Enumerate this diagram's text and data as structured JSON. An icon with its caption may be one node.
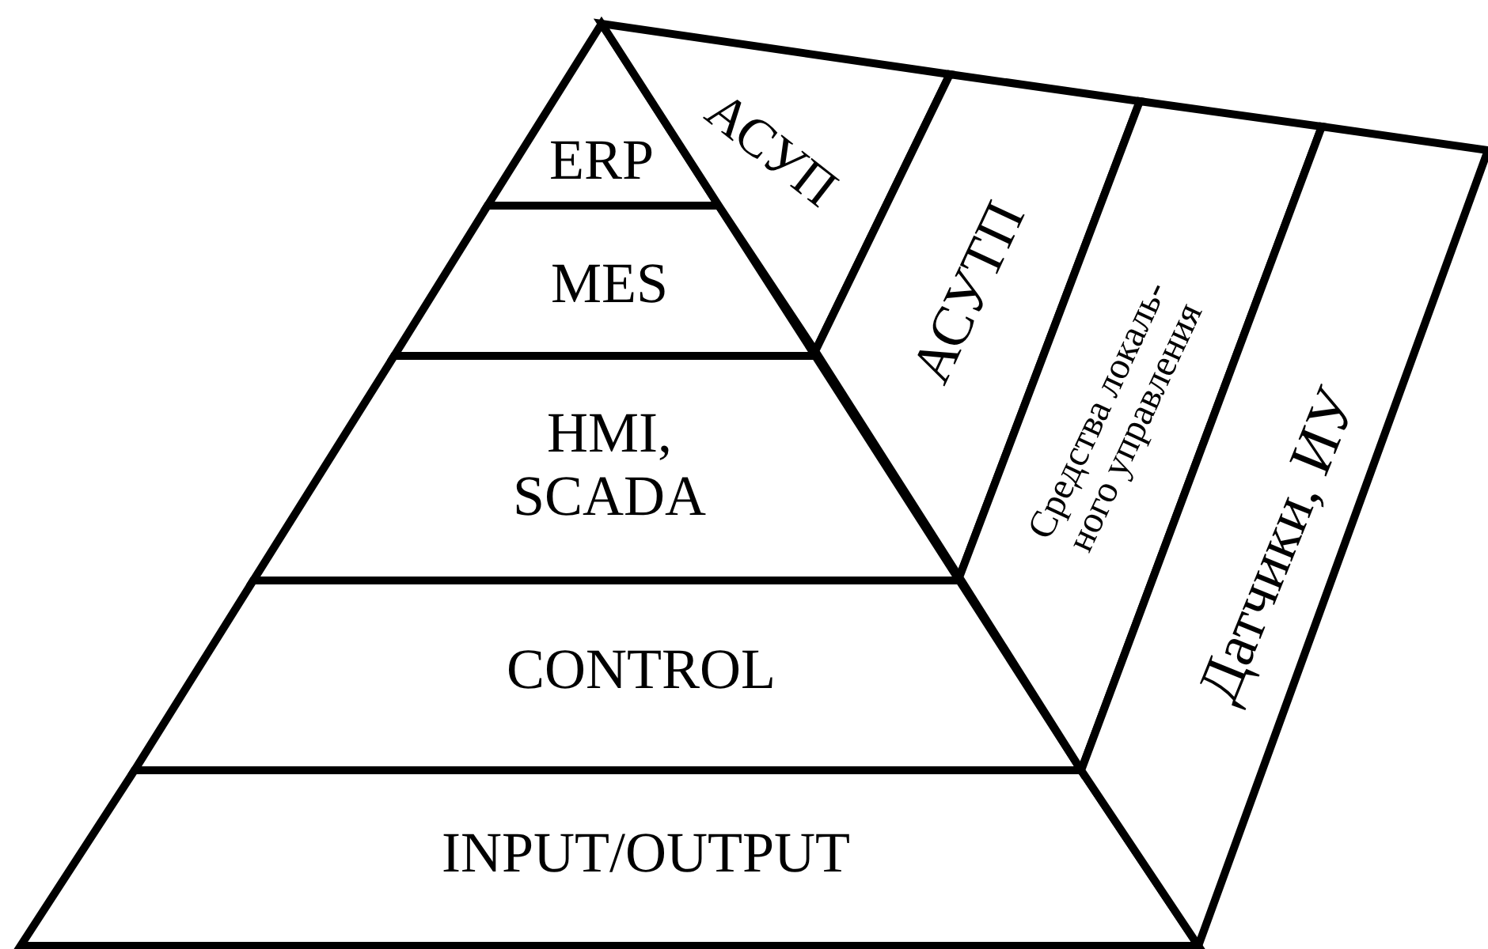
{
  "diagram": {
    "nodes": [
      {
        "text": [
          "ERP"
        ]
      },
      {
        "text": [
          "MES"
        ]
      },
      {
        "text": [
          "HMI, SCADA"
        ]
      },
      {
        "text": [
          "CONTROL"
        ]
      },
      {
        "text": [
          "INPUT/OUTPUT"
        ]
      },
      {
        "text": [
          "АСУП"
        ]
      },
      {
        "text": [
          "АСУТП"
        ]
      },
      {
        "text": [
          "Средства локаль- ного управления"
        ]
      },
      {
        "text": [
          "Датчики, ИУ"
        ]
      }
    ]
  }
}
